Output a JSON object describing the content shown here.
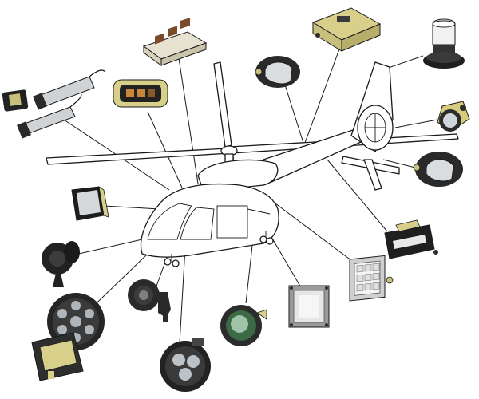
{
  "diagram": {
    "subject": "helicopter",
    "components": [
      {
        "id": "cockpit-display-unit",
        "icon": "led-strip-panel-icon"
      },
      {
        "id": "yellow-control-box",
        "icon": "control-box-icon"
      },
      {
        "id": "rotating-beacon",
        "icon": "beacon-icon"
      },
      {
        "id": "tail-nav-light-top",
        "icon": "nav-light-icon"
      },
      {
        "id": "tail-round-light",
        "icon": "round-light-icon"
      },
      {
        "id": "tail-nav-light-lower",
        "icon": "nav-light-icon"
      },
      {
        "id": "formation-light-strip",
        "icon": "formation-strip-icon"
      },
      {
        "id": "square-grid-light",
        "icon": "grid-light-icon"
      },
      {
        "id": "square-floodlight",
        "icon": "square-floodlight-icon"
      },
      {
        "id": "round-lens-light",
        "icon": "round-lens-icon"
      },
      {
        "id": "multi-led-landing-light",
        "icon": "multi-led-light-icon"
      },
      {
        "id": "searchlight-cluster",
        "icon": "searchlight-cluster-icon"
      },
      {
        "id": "camera-mount",
        "icon": "camera-icon"
      },
      {
        "id": "spotlight",
        "icon": "spotlight-icon"
      },
      {
        "id": "square-panel-light",
        "icon": "square-panel-light-icon"
      },
      {
        "id": "tube-lights",
        "icon": "tube-light-icon"
      },
      {
        "id": "cockpit-gauge",
        "icon": "gauge-icon"
      },
      {
        "id": "anti-collision-light",
        "icon": "anticollision-light-icon"
      }
    ],
    "colors": {
      "outline": "#1a1a1a",
      "yellow": "#d8cf8a",
      "dark": "#2c2c2c",
      "brown": "#7a4a2a",
      "lens": "#cfd6dc",
      "green": "#3c6a45"
    }
  }
}
